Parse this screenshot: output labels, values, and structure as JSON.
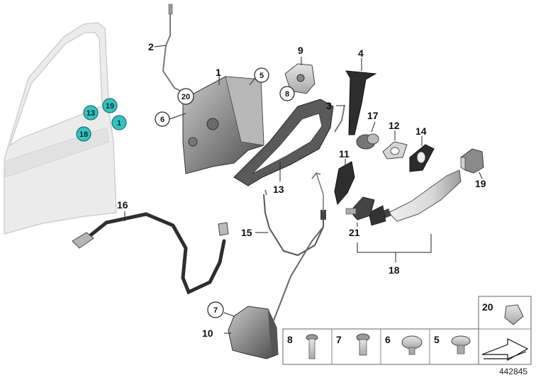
{
  "labels": {
    "l1": "1",
    "l2": "2",
    "l3": "3",
    "l4": "4",
    "l5": "5",
    "l6": "6",
    "l7": "7",
    "l8": "8",
    "l9": "9",
    "l10": "10",
    "l11": "11",
    "l12": "12",
    "l13": "13",
    "l14": "14",
    "l15": "15",
    "l16": "16",
    "l17": "17",
    "l18": "18",
    "l19": "19",
    "l20": "20",
    "l21": "21"
  },
  "door_markers": {
    "m13": "13",
    "m19": "19",
    "m18": "18",
    "m1": "1"
  },
  "legend": {
    "s8": "8",
    "s7": "7",
    "s6": "6",
    "s5": "5",
    "s20": "20"
  },
  "ref_number": "442845",
  "colors": {
    "marker_fill": "#33c3c0",
    "line": "#222222",
    "part_gray": "#9a9a9a"
  }
}
